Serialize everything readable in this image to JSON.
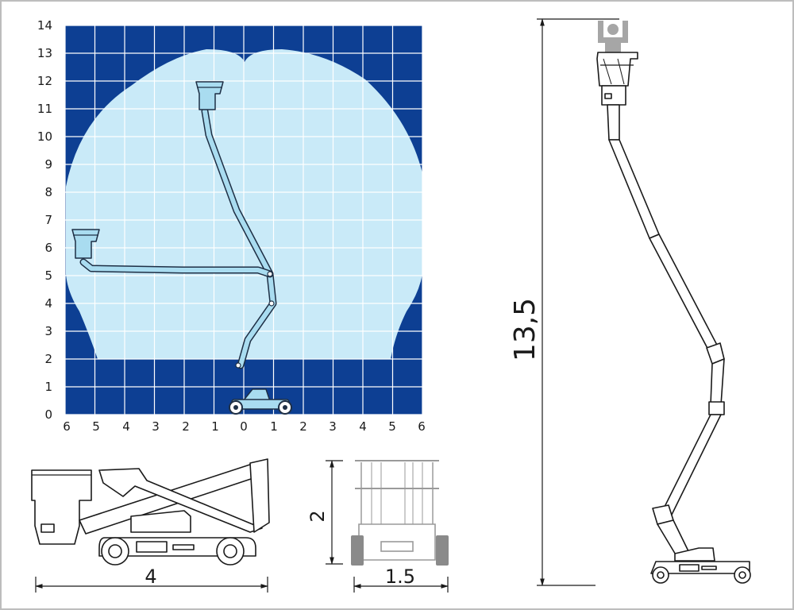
{
  "colors": {
    "grid_background": "#0d3f93",
    "work_envelope": "#c9eaf8",
    "grid_lines": "#ffffff",
    "boom": "#a9dcf0",
    "outline": "#1a1a1a"
  },
  "work_diagram": {
    "y_ticks": [
      "0",
      "1",
      "2",
      "3",
      "4",
      "5",
      "6",
      "7",
      "8",
      "9",
      "10",
      "11",
      "12",
      "13",
      "14"
    ],
    "x_ticks": [
      "6",
      "5",
      "4",
      "3",
      "2",
      "1",
      "0",
      "1",
      "2",
      "3",
      "4",
      "5",
      "6"
    ]
  },
  "dimensions": {
    "working_height": "13,5",
    "stowed_length": "4",
    "stowed_height": "2",
    "width": "1.5"
  },
  "icons": {
    "operator": "person-icon"
  }
}
